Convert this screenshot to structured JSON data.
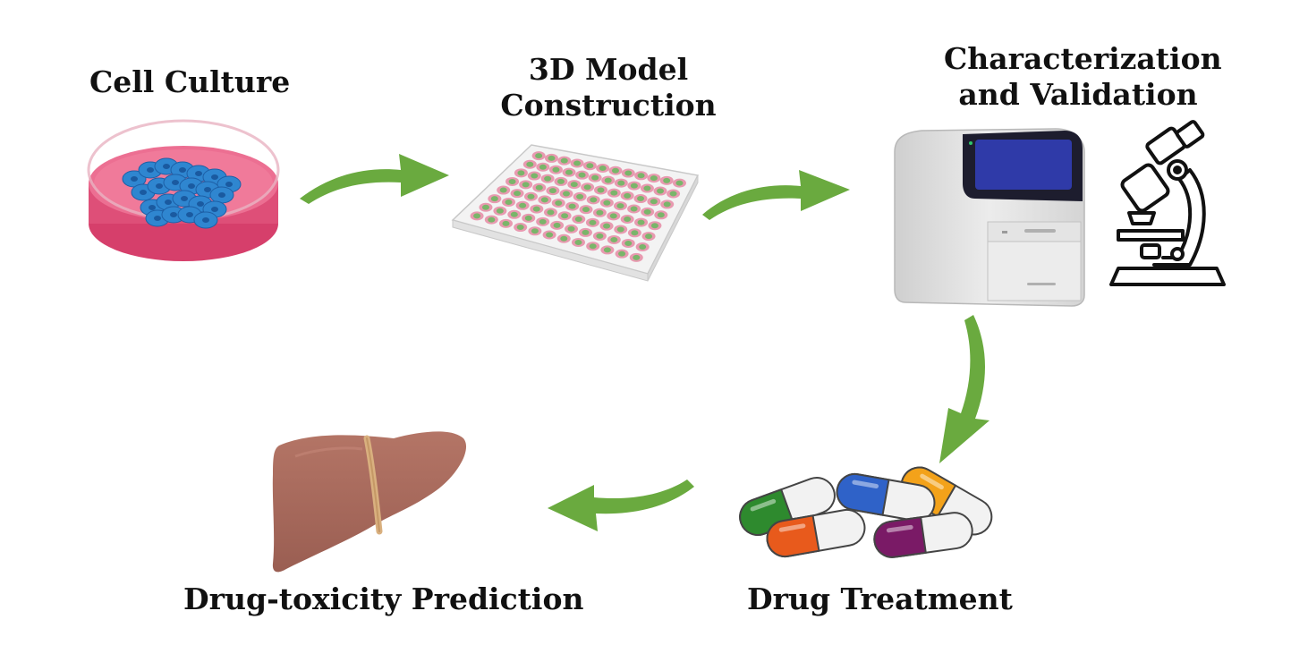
{
  "workflow": {
    "steps": [
      {
        "id": "cell-culture",
        "lines": [
          "Cell Culture"
        ],
        "icon": "petri-dish-icon"
      },
      {
        "id": "model-construction",
        "lines": [
          "3D Model",
          "Construction"
        ],
        "icon": "well-plate-icon"
      },
      {
        "id": "characterization",
        "lines": [
          "Characterization",
          "and Validation"
        ],
        "icon": [
          "analyzer-instrument-icon",
          "microscope-icon"
        ]
      },
      {
        "id": "drug-treatment",
        "lines": [
          "Drug Treatment"
        ],
        "icon": "capsules-icon"
      },
      {
        "id": "toxicity-prediction",
        "lines": [
          "Drug-toxicity Prediction"
        ],
        "icon": "liver-icon"
      }
    ],
    "flow": [
      "cell-culture",
      "model-construction",
      "characterization",
      "drug-treatment",
      "toxicity-prediction"
    ]
  },
  "colors": {
    "arrow": "#6aaa3f",
    "dish_medium": "#e8557f",
    "cells": "#2f86d0",
    "plate_well_ring": "#e89ab0",
    "plate_well_center": "#7ab56a",
    "instrument_body": "#e3e3e3",
    "instrument_screen": "#2f3aa8",
    "liver": "#a8695c"
  }
}
